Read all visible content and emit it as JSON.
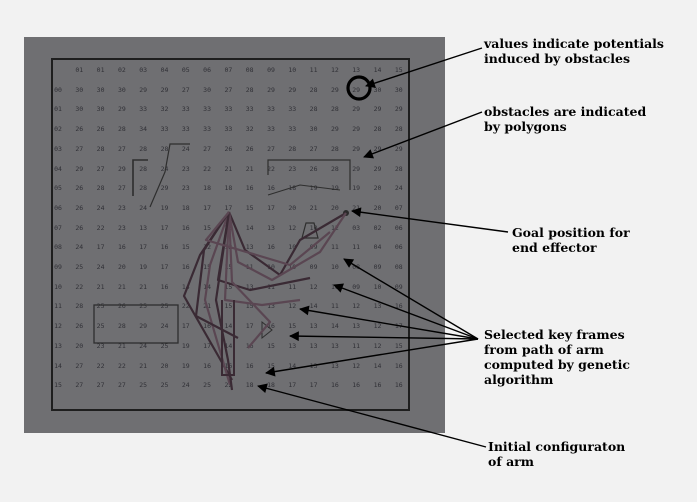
{
  "annotations": [
    {
      "id": "potentials",
      "lines": [
        "values indicate potentials",
        "induced by obstacles"
      ]
    },
    {
      "id": "obstacles",
      "lines": [
        "obstacles are indicated",
        "by polygons"
      ]
    },
    {
      "id": "goal",
      "lines": [
        "Goal position for",
        "end effector"
      ]
    },
    {
      "id": "keyframes",
      "lines": [
        "Selected key frames",
        "from path of arm",
        "computed by genetic",
        "algorithm"
      ]
    },
    {
      "id": "initial",
      "lines": [
        "Initial configuraton",
        "of arm"
      ]
    }
  ],
  "potential_grid": {
    "header": [
      "",
      "01",
      "01",
      "02",
      "03",
      "04",
      "05",
      "06",
      "07",
      "08",
      "09",
      "10",
      "11",
      "12",
      "13",
      "14",
      "15"
    ],
    "rows": [
      [
        "00",
        "30",
        "30",
        "30",
        "29",
        "29",
        "27",
        "30",
        "27",
        "28",
        "29",
        "29",
        "28",
        "29",
        "29",
        "30",
        "30"
      ],
      [
        "01",
        "30",
        "30",
        "29",
        "33",
        "32",
        "33",
        "33",
        "33",
        "33",
        "33",
        "33",
        "28",
        "28",
        "29",
        "29",
        "29"
      ],
      [
        "02",
        "26",
        "26",
        "28",
        "34",
        "33",
        "33",
        "33",
        "33",
        "32",
        "33",
        "33",
        "30",
        "29",
        "29",
        "28",
        "28"
      ],
      [
        "03",
        "27",
        "28",
        "27",
        "28",
        "28",
        "24",
        "27",
        "26",
        "26",
        "27",
        "28",
        "27",
        "28",
        "29",
        "29",
        "29"
      ],
      [
        "04",
        "29",
        "27",
        "29",
        "28",
        "24",
        "23",
        "22",
        "21",
        "21",
        "22",
        "23",
        "26",
        "28",
        "29",
        "29",
        "28"
      ],
      [
        "05",
        "26",
        "28",
        "27",
        "28",
        "29",
        "23",
        "18",
        "18",
        "16",
        "16",
        "18",
        "19",
        "19",
        "19",
        "20",
        "24"
      ],
      [
        "06",
        "26",
        "24",
        "23",
        "24",
        "19",
        "18",
        "17",
        "17",
        "15",
        "17",
        "20",
        "21",
        "20",
        "21",
        "20",
        "07"
      ],
      [
        "07",
        "26",
        "22",
        "23",
        "13",
        "17",
        "16",
        "15",
        "15",
        "14",
        "13",
        "12",
        "10",
        "12",
        "03",
        "02",
        "06"
      ],
      [
        "08",
        "24",
        "17",
        "16",
        "17",
        "16",
        "15",
        "12",
        "12",
        "13",
        "16",
        "10",
        "09",
        "11",
        "11",
        "04",
        "06"
      ],
      [
        "09",
        "25",
        "24",
        "20",
        "19",
        "17",
        "16",
        "15",
        "15",
        "11",
        "10",
        "10",
        "09",
        "10",
        "08",
        "09",
        "08"
      ],
      [
        "10",
        "22",
        "21",
        "21",
        "21",
        "16",
        "14",
        "14",
        "15",
        "13",
        "11",
        "11",
        "12",
        "10",
        "09",
        "10",
        "09"
      ],
      [
        "11",
        "28",
        "25",
        "26",
        "25",
        "25",
        "22",
        "21",
        "15",
        "15",
        "13",
        "12",
        "14",
        "11",
        "12",
        "13",
        "16"
      ],
      [
        "12",
        "26",
        "25",
        "28",
        "29",
        "24",
        "17",
        "16",
        "14",
        "17",
        "16",
        "15",
        "13",
        "14",
        "13",
        "12",
        "17"
      ],
      [
        "13",
        "20",
        "23",
        "21",
        "24",
        "25",
        "19",
        "17",
        "14",
        "16",
        "15",
        "13",
        "13",
        "13",
        "11",
        "12",
        "15"
      ],
      [
        "14",
        "27",
        "22",
        "22",
        "21",
        "20",
        "19",
        "16",
        "16",
        "16",
        "15",
        "14",
        "13",
        "13",
        "12",
        "14",
        "16"
      ],
      [
        "15",
        "27",
        "27",
        "27",
        "25",
        "25",
        "24",
        "25",
        "22",
        "18",
        "18",
        "17",
        "17",
        "16",
        "16",
        "16",
        "16"
      ]
    ]
  },
  "colors": {
    "background": "#f2f2f2",
    "plate": "#6f6f72",
    "grid_text": "#303036",
    "arrow": "#000000",
    "polygon_outline": "#2e2e2e",
    "arm_primary": "#3a2a34",
    "arm_secondary": "#5a4652"
  }
}
